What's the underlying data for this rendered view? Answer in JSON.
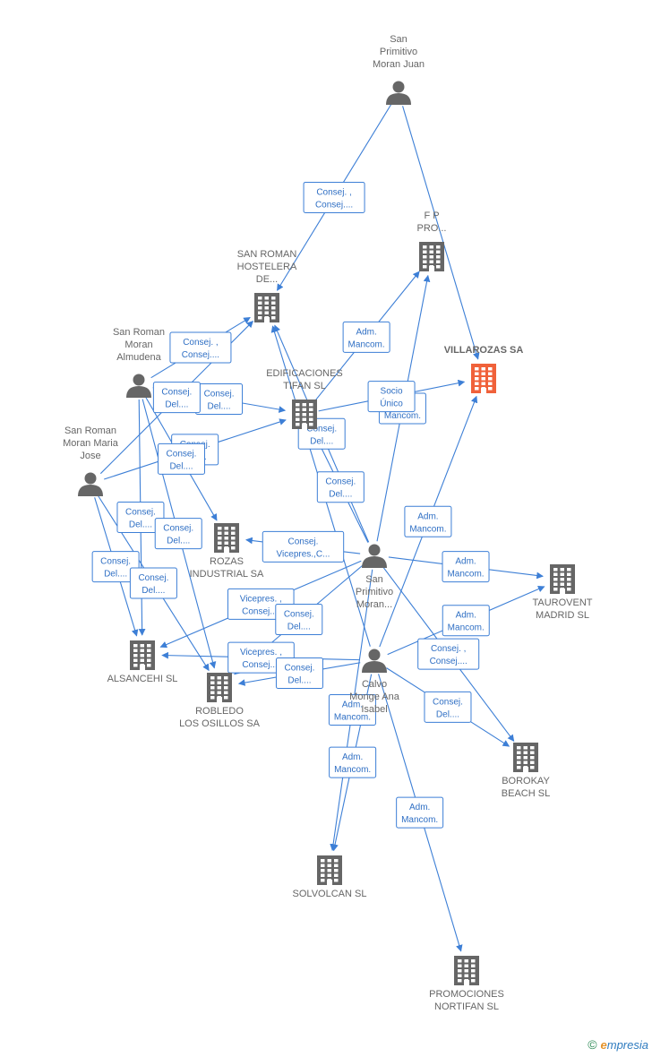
{
  "colors": {
    "edge": "#3d7fd6",
    "icon": "#666666",
    "focus": "#f0613a",
    "text": "#666666"
  },
  "nodes": {
    "sanprimitivo_juan": {
      "kind": "person",
      "lines": [
        "San",
        "Primitivo",
        "Moran Juan"
      ]
    },
    "fp": {
      "kind": "company",
      "lines": [
        "F P",
        "PRO..."
      ]
    },
    "villarozas": {
      "kind": "company",
      "lines": [
        "VILLAROZAS SA"
      ],
      "focus": true
    },
    "sanroman_hostelera": {
      "kind": "company",
      "lines": [
        "SAN ROMAN",
        "HOSTELERA",
        "DE..."
      ]
    },
    "edificaciones": {
      "kind": "company",
      "lines": [
        "EDIFICACIONES",
        "TIFAN SL"
      ]
    },
    "sanroman_almudena": {
      "kind": "person",
      "lines": [
        "San Roman",
        "Moran",
        "Almudena"
      ]
    },
    "sanroman_mariajose": {
      "kind": "person",
      "lines": [
        "San Roman",
        "Moran Maria",
        "Jose"
      ]
    },
    "rozas": {
      "kind": "company",
      "lines": [
        "ROZAS",
        "INDUSTRIAL SA"
      ]
    },
    "sanprimitivo_moran": {
      "kind": "person",
      "lines": [
        "San",
        "Primitivo",
        "Moran..."
      ]
    },
    "taurovent": {
      "kind": "company",
      "lines": [
        "TAUROVENT",
        "MADRID SL"
      ]
    },
    "alsancehi": {
      "kind": "company",
      "lines": [
        "ALSANCEHI SL"
      ]
    },
    "robledo": {
      "kind": "company",
      "lines": [
        "ROBLEDO",
        "LOS OSILLOS SA"
      ]
    },
    "calvo": {
      "kind": "person",
      "lines": [
        "Calvo",
        "Monge Ana",
        "Isabel"
      ]
    },
    "borokay": {
      "kind": "company",
      "lines": [
        "BOROKAY",
        "BEACH SL"
      ]
    },
    "solvolcan": {
      "kind": "company",
      "lines": [
        "SOLVOLCAN SL"
      ]
    },
    "promociones": {
      "kind": "company",
      "lines": [
        "PROMOCIONES",
        "NORTIFAN SL"
      ]
    }
  },
  "edges": [
    {
      "from": "sanprimitivo_juan",
      "to": "sanroman_hostelera",
      "lines": [
        "Consej. ,",
        "Consej...."
      ]
    },
    {
      "from": "sanprimitivo_juan",
      "to": "villarozas",
      "lines": []
    },
    {
      "from": "sanprimitivo_moran",
      "to": "fp",
      "lines": [
        "Adm.",
        "Mancom."
      ]
    },
    {
      "from": "edificaciones",
      "to": "fp",
      "lines": [
        "Adm.",
        "Mancom."
      ]
    },
    {
      "from": "sanroman_almudena",
      "to": "sanroman_hostelera",
      "lines": [
        "Consej. ,",
        "Consej...."
      ]
    },
    {
      "from": "sanroman_almudena",
      "to": "edificaciones",
      "lines": [
        "Consej.",
        "Del...."
      ]
    },
    {
      "from": "sanroman_mariajose",
      "to": "sanroman_hostelera",
      "lines": [
        "Consej.",
        "Del...."
      ]
    },
    {
      "from": "sanroman_mariajose",
      "to": "edificaciones",
      "lines": [
        "Consej.",
        "Del...."
      ]
    },
    {
      "from": "edificaciones",
      "to": "villarozas",
      "lines": [
        "Socio",
        "Único"
      ]
    },
    {
      "from": "sanprimitivo_moran",
      "to": "sanroman_hostelera",
      "lines": [
        "Consej.",
        "Del...."
      ]
    },
    {
      "from": "sanprimitivo_moran",
      "to": "edificaciones",
      "lines": [
        "Consej.",
        "Del...."
      ]
    },
    {
      "from": "calvo",
      "to": "sanroman_hostelera",
      "lines": []
    },
    {
      "from": "calvo",
      "to": "villarozas",
      "lines": [
        "Adm.",
        "Mancom."
      ]
    },
    {
      "from": "sanroman_almudena",
      "to": "rozas",
      "lines": [
        "Consej.",
        "Del...."
      ]
    },
    {
      "from": "sanroman_almudena",
      "to": "alsancehi",
      "lines": [
        "Consej.",
        "Del...."
      ]
    },
    {
      "from": "sanroman_almudena",
      "to": "robledo",
      "lines": [
        "Consej.",
        "Del...."
      ]
    },
    {
      "from": "sanroman_mariajose",
      "to": "alsancehi",
      "lines": [
        "Consej.",
        "Del...."
      ]
    },
    {
      "from": "sanroman_mariajose",
      "to": "robledo",
      "lines": [
        "Consej.",
        "Del...."
      ]
    },
    {
      "from": "sanprimitivo_moran",
      "to": "rozas",
      "lines": [
        "Consej.",
        "Vicepres.,C..."
      ]
    },
    {
      "from": "sanprimitivo_moran",
      "to": "alsancehi",
      "lines": [
        "Vicepres. ,",
        "Consej...."
      ]
    },
    {
      "from": "sanprimitivo_moran",
      "to": "robledo",
      "lines": [
        "Consej.",
        "Del...."
      ]
    },
    {
      "from": "calvo",
      "to": "alsancehi",
      "lines": [
        "Vicepres. ,",
        "Consej...."
      ]
    },
    {
      "from": "calvo",
      "to": "robledo",
      "lines": [
        "Consej.",
        "Del...."
      ]
    },
    {
      "from": "sanprimitivo_moran",
      "to": "taurovent",
      "lines": [
        "Adm.",
        "Mancom."
      ]
    },
    {
      "from": "calvo",
      "to": "taurovent",
      "lines": [
        "Adm.",
        "Mancom."
      ]
    },
    {
      "from": "sanprimitivo_moran",
      "to": "borokay",
      "lines": [
        "Consej. ,",
        "Consej...."
      ]
    },
    {
      "from": "calvo",
      "to": "borokay",
      "lines": [
        "Consej.",
        "Del...."
      ]
    },
    {
      "from": "sanprimitivo_moran",
      "to": "solvolcan",
      "lines": [
        "Adm.",
        "Mancom."
      ]
    },
    {
      "from": "calvo",
      "to": "solvolcan",
      "lines": [
        "Adm.",
        "Mancom."
      ]
    },
    {
      "from": "calvo",
      "to": "promociones",
      "lines": [
        "Adm.",
        "Mancom."
      ]
    }
  ],
  "brand": {
    "symbol": "©",
    "initial": "e",
    "rest": "mpresia"
  }
}
